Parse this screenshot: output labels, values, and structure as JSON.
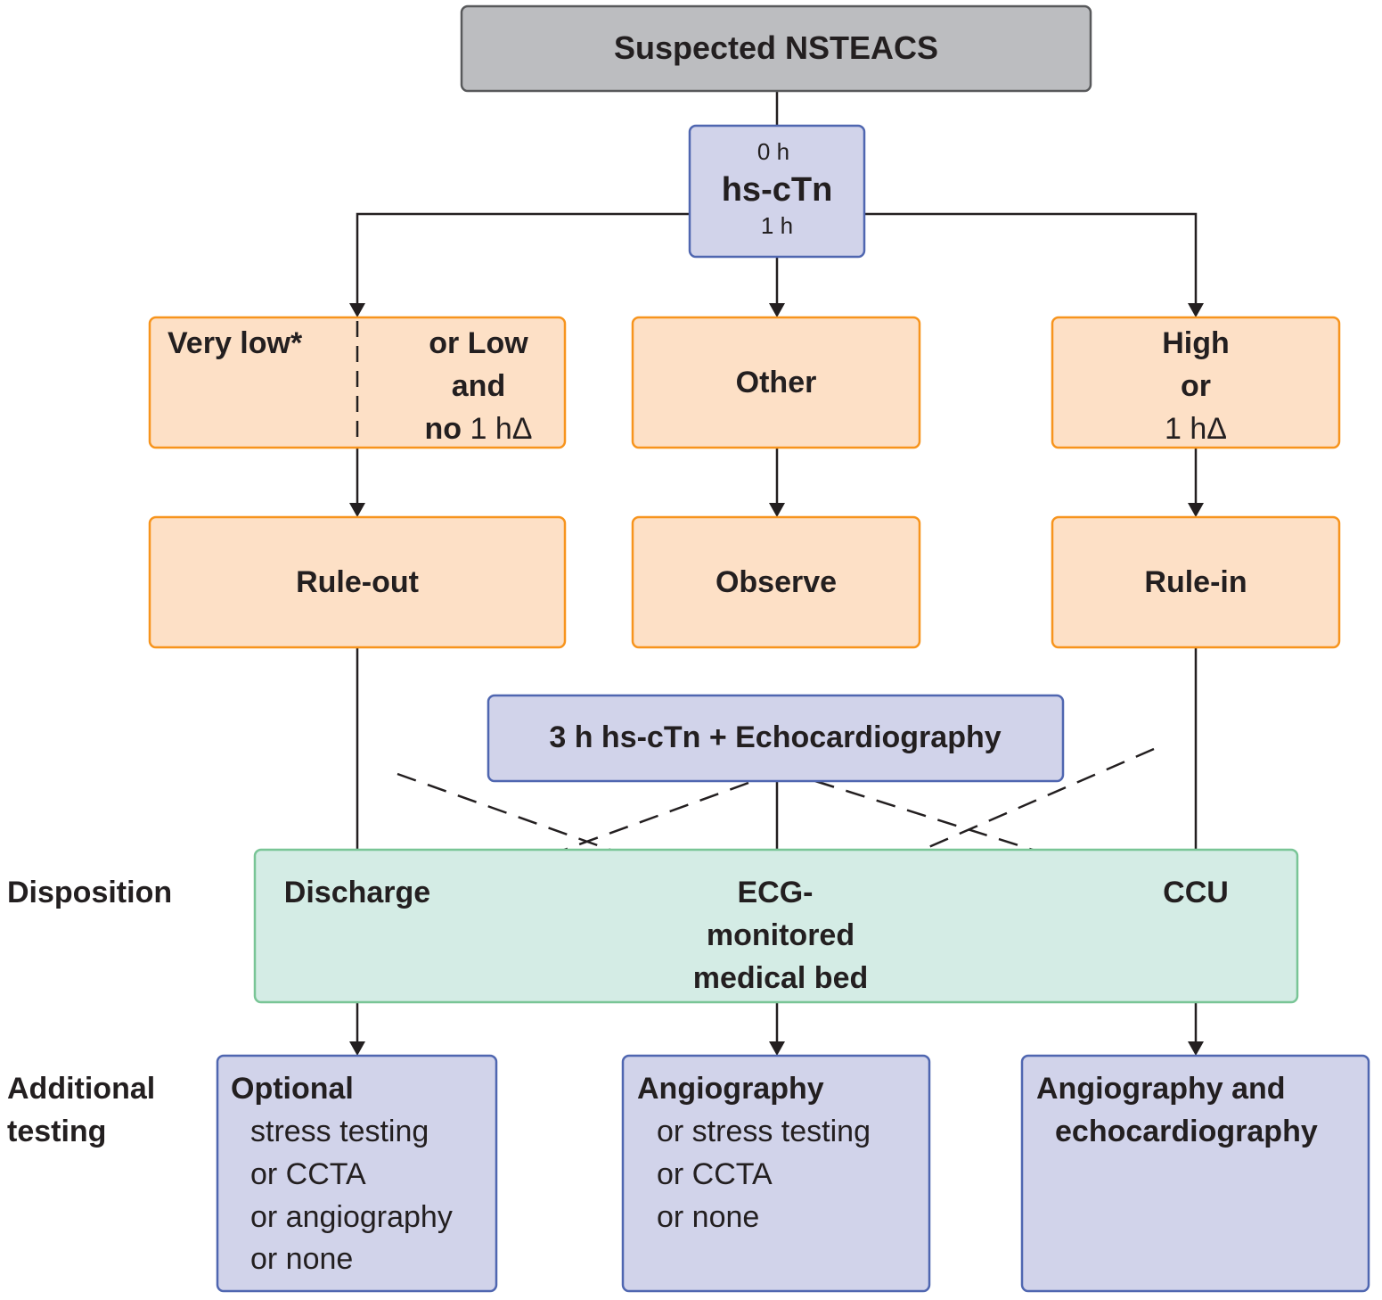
{
  "colors": {
    "start_fill": "#bcbdc0",
    "test_fill": "#d1d3ea",
    "test_stroke": "#4f66b0",
    "risk_fill": "#fde0c6",
    "risk_stroke": "#f7941d",
    "disposition_fill": "#d4ece5",
    "disposition_stroke": "#79c596"
  },
  "start": {
    "label": "Suspected NSTEACS"
  },
  "hs_ctn": {
    "top": "0 h",
    "main": "hs-cTn",
    "bottom": "1 h"
  },
  "risk": {
    "left": {
      "part1": "Very low*",
      "part2_line1": "or Low",
      "part2_line2": "and",
      "part2_line3_bold": "no",
      "part2_line3_rest": "1 hΔ"
    },
    "middle": {
      "label": "Other"
    },
    "right": {
      "line1": "High",
      "line2": "or",
      "line3": "1 hΔ"
    }
  },
  "decision": {
    "left": "Rule-out",
    "middle": "Observe",
    "right": "Rule-in"
  },
  "observe_test": {
    "label": "3 h hs-cTn + Echocardiography"
  },
  "row_labels": {
    "disposition": "Disposition",
    "additional_line1": "Additional",
    "additional_line2": "testing"
  },
  "disposition": {
    "left": "Discharge",
    "middle_line1": "ECG-",
    "middle_line2": "monitored",
    "middle_line3": "medical bed",
    "right": "CCU"
  },
  "testing": {
    "left": {
      "title": "Optional",
      "lines": [
        "stress testing",
        "or CCTA",
        "or angiography",
        "or none"
      ]
    },
    "middle": {
      "title": "Angiography",
      "lines": [
        "or stress testing",
        "or CCTA",
        "or none"
      ]
    },
    "right": {
      "title_line1": "Angiography and",
      "title_line2": "echocardiography"
    }
  }
}
